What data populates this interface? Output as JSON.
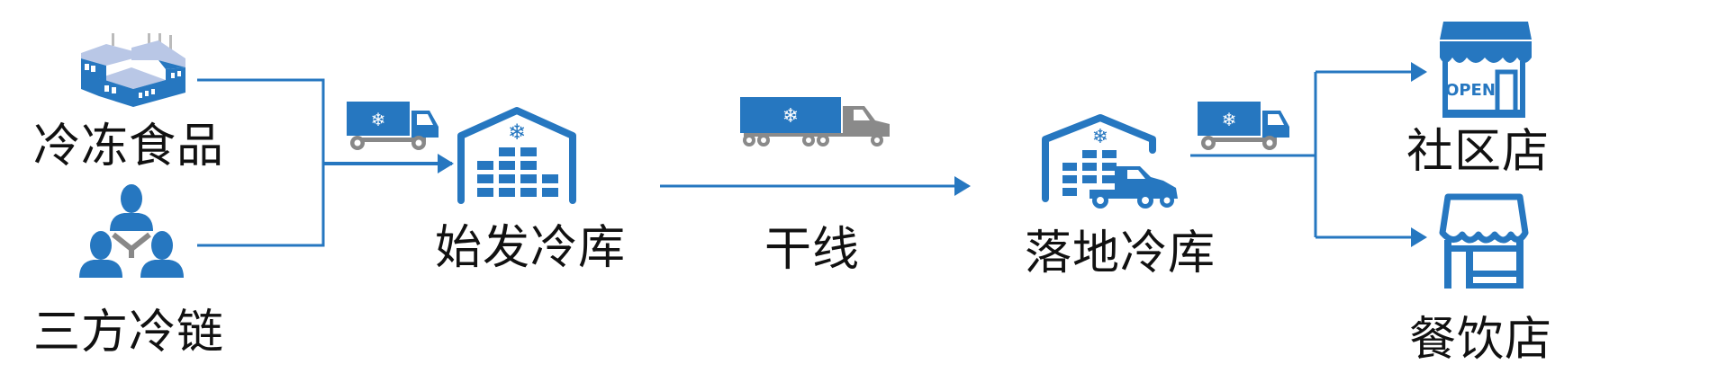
{
  "colors": {
    "accent": "#2677c0",
    "gray": "#8a8a8a",
    "text": "#111111"
  },
  "sources": [
    {
      "label": "冷冻食品",
      "icon": "factory-icon"
    },
    {
      "label": "三方冷链",
      "icon": "people-network-icon"
    }
  ],
  "origin_warehouse": {
    "label": "始发冷库",
    "icon": "cold-warehouse-icon"
  },
  "trunk_line": {
    "label": "干线",
    "icon": "semi-truck-icon"
  },
  "destination_warehouse": {
    "label": "落地冷库",
    "icon": "cold-warehouse-truck-icon"
  },
  "stores": [
    {
      "label": "社区店",
      "icon": "open-store-icon",
      "sign": "OPEN"
    },
    {
      "label": "餐饮店",
      "icon": "restaurant-store-icon"
    }
  ]
}
